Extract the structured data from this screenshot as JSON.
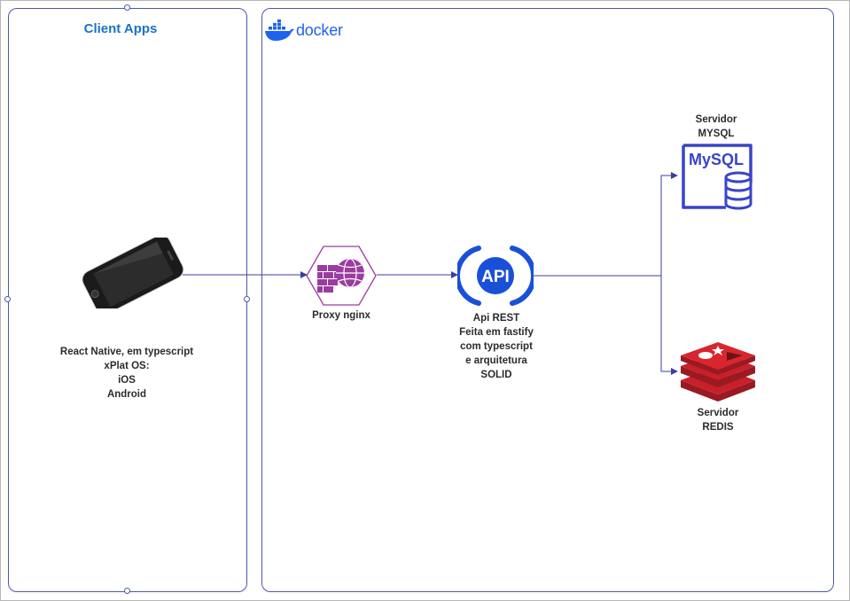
{
  "client_panel": {
    "title": "Client Apps",
    "device_label": "React Native, em typescript\nxPlat OS:\niOS\nAndroid"
  },
  "docker_panel": {
    "logo_text": "docker",
    "proxy_label": "Proxy nginx",
    "api_icon_text": "API",
    "api_label": "Api REST\nFeita em fastify\ncom typescript\ne arquitetura\nSOLID",
    "mysql_label": "Servidor\nMYSQL",
    "mysql_icon_text": "MySQL",
    "redis_label": "Servidor\nREDIS"
  },
  "colors": {
    "panel_border": "#4f55b5",
    "client_title": "#1a73c8",
    "docker_blue": "#1d63ed",
    "nginx_purple": "#9b3ca0",
    "api_blue": "#1a50d8",
    "mysql_blue": "#3a44c9",
    "redis_red": "#c8202a",
    "connector": "#3b3f9e"
  },
  "icons": [
    "smartphone-icon",
    "docker-whale-icon",
    "nginx-firewall-icon",
    "api-icon",
    "mysql-database-icon",
    "redis-icon"
  ]
}
